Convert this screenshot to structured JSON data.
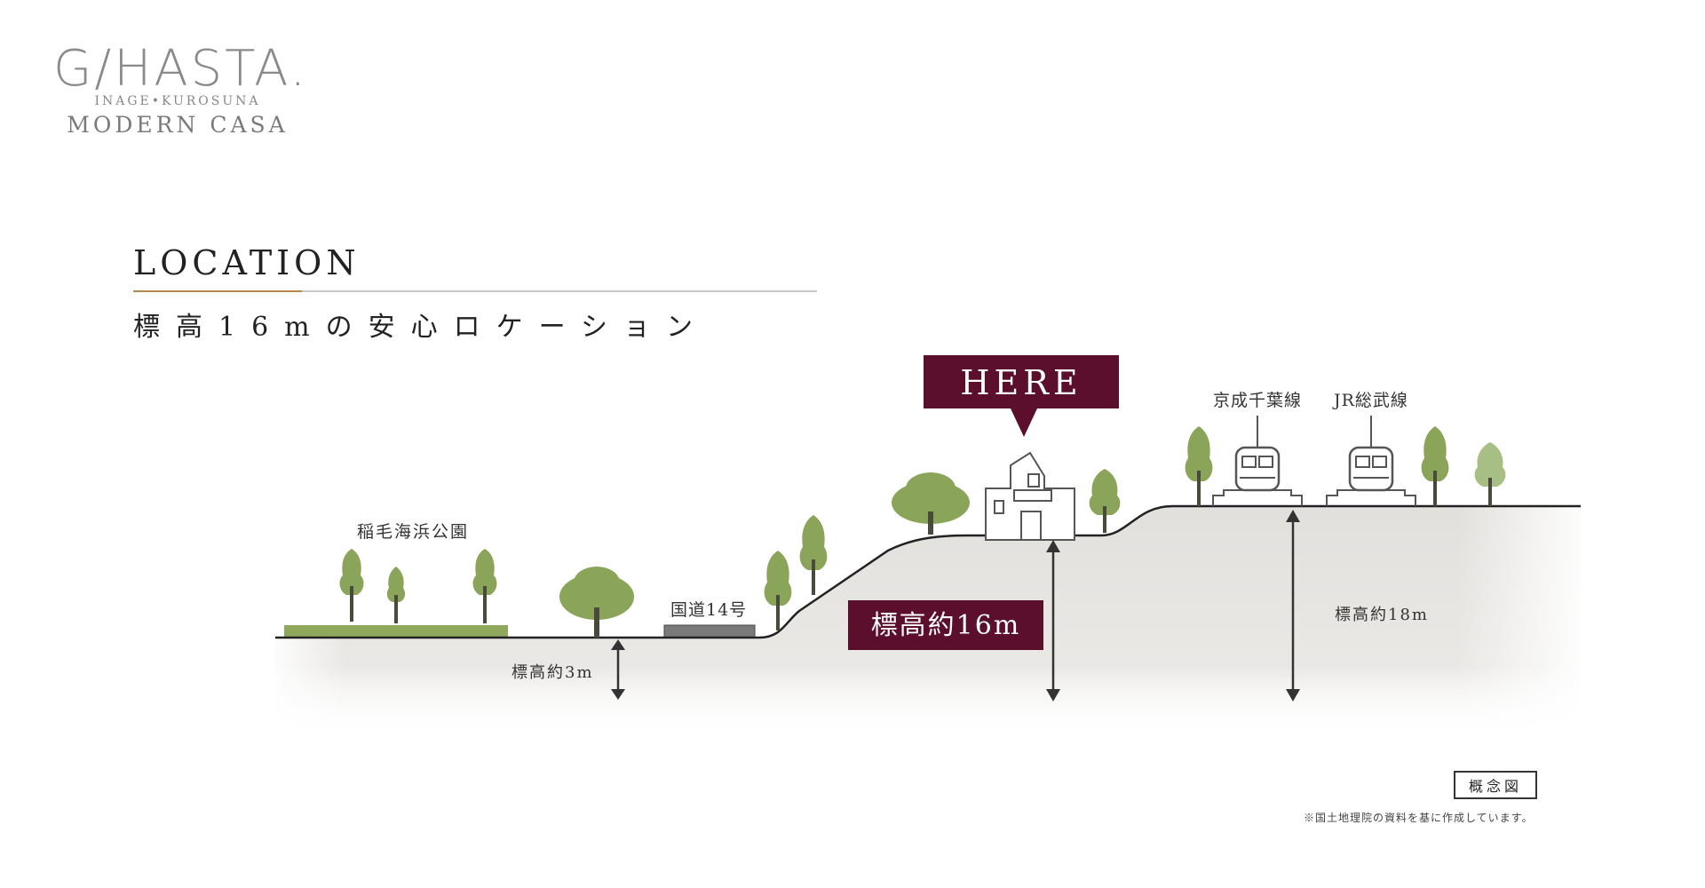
{
  "logo": {
    "main": "G/HASTA.",
    "sub": "INAGE•KUROSUNA",
    "casa": "MODERN CASA"
  },
  "section": {
    "title": "LOCATION",
    "subtitle": "標高16mの安心ロケーション"
  },
  "diagram": {
    "here_label": "HERE",
    "park_label": "稲毛海浜公園",
    "road_label": "国道14号",
    "keisei_label": "京成千葉線",
    "jr_label": "JR総武線",
    "elev_low": "標高約3m",
    "elev_here": "標高約16m",
    "elev_high": "標高約18m",
    "colors": {
      "accent": "#5c0f2d",
      "tree": "#8aa55a",
      "trunk": "#4a4a3a",
      "ground": "#e4e2df",
      "park_strip": "#8fa85c",
      "road": "#7a7a7a"
    }
  },
  "footer": {
    "badge": "概念図",
    "source": "※国土地理院の資料を基に作成しています。"
  }
}
